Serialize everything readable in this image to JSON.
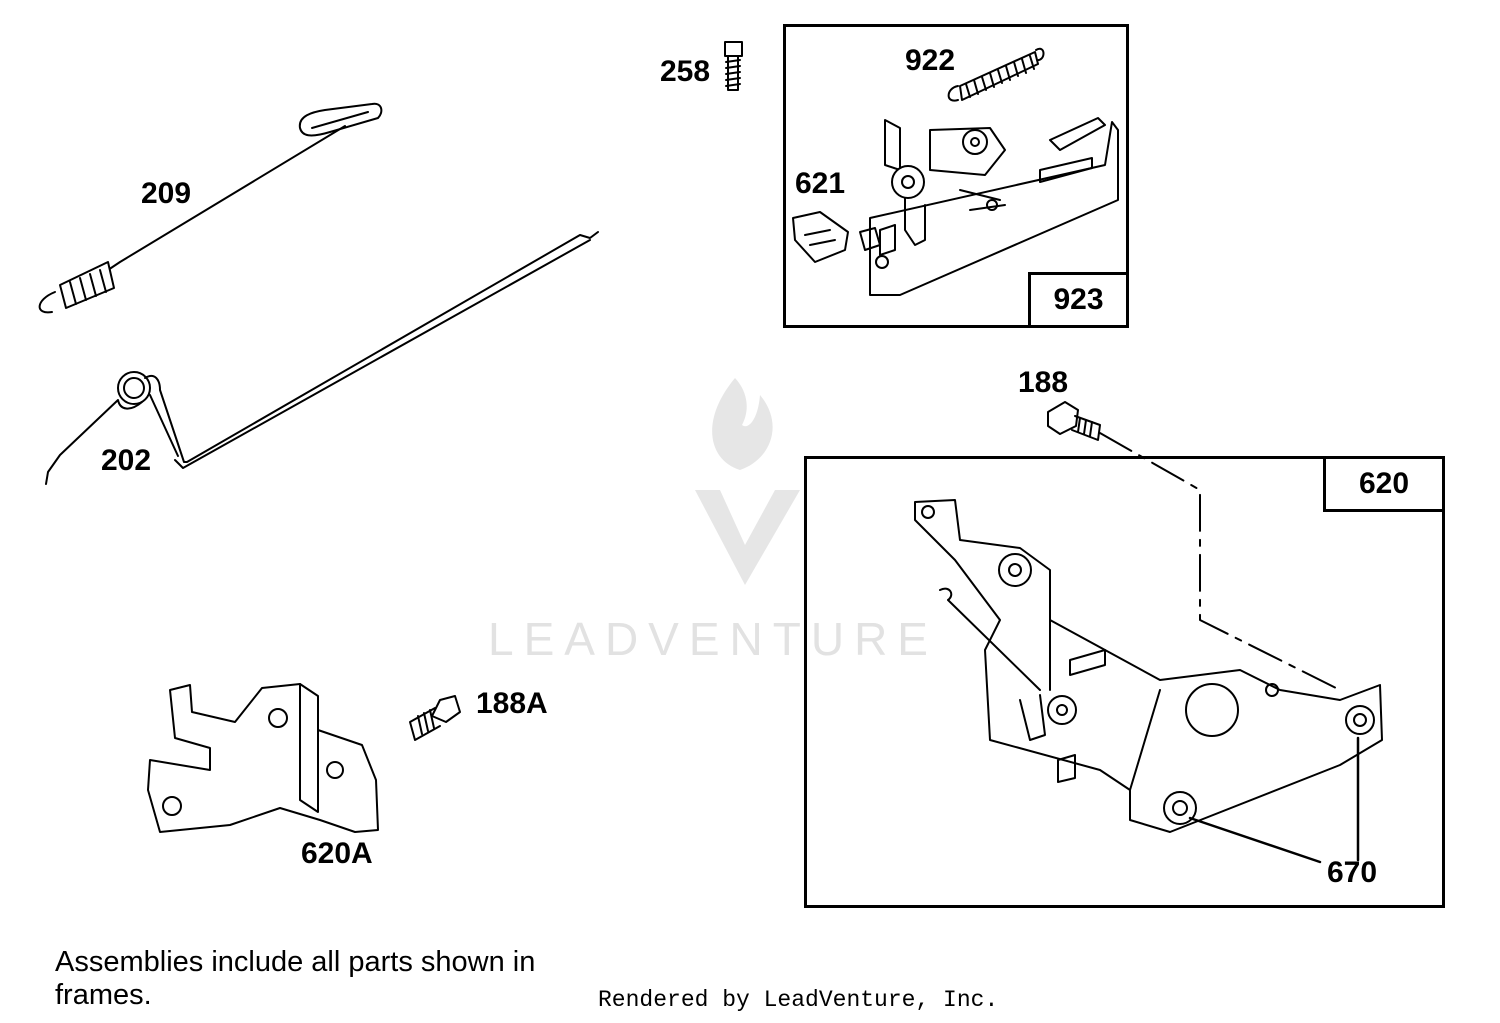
{
  "parts": {
    "p258": "258",
    "p922": "922",
    "p621": "621",
    "p923": "923",
    "p209": "209",
    "p202": "202",
    "p188": "188",
    "p620": "620",
    "p670": "670",
    "p188A": "188A",
    "p620A": "620A"
  },
  "note": "Assemblies include all parts shown in frames.",
  "credit": "Rendered by LeadVenture, Inc.",
  "watermark": "LEADVENTURE"
}
